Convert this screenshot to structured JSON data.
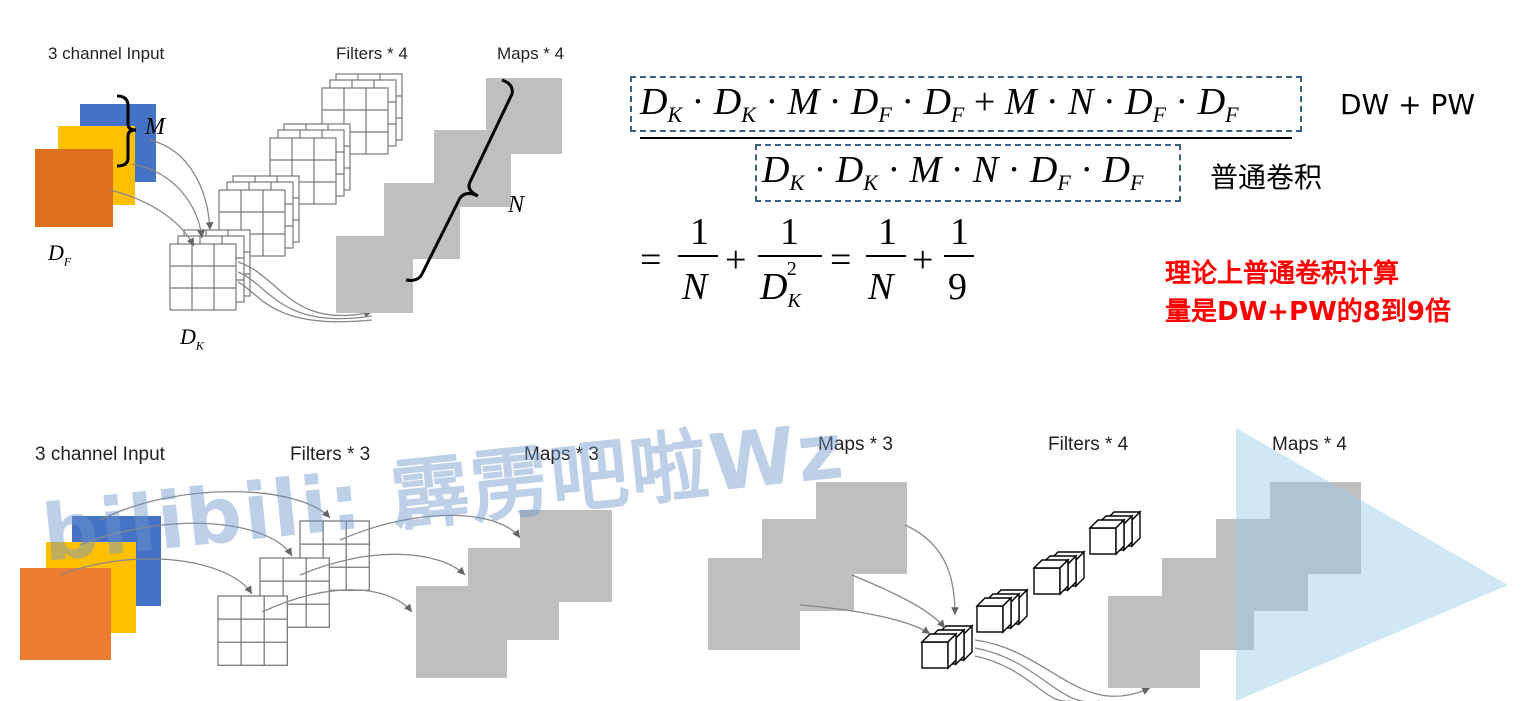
{
  "top": {
    "input_label": "3 channel Input",
    "filters_label": "Filters * 4",
    "maps_label": "Maps * 4",
    "sym_M": "M",
    "sym_N": "N",
    "sym_DF": "D",
    "sym_DF_sub": "F",
    "sym_DK": "D",
    "sym_DK_sub": "K"
  },
  "formula": {
    "dwpw_label": "DW + PW",
    "normal_label": "普通卷积",
    "numerator": "D_K · D_K · M · D_F · D_F + M · N · D_F · D_F",
    "denominator": "D_K · D_K · M · N · D_F · D_F",
    "result": "= 1/N + 1/D_K^2 = 1/N + 1/9",
    "note_line1": "理论上普通卷积计算",
    "note_line2": "量是DW+PW的8到9倍"
  },
  "bottom": {
    "input_label": "3 channel Input",
    "filters_label": "Filters * 3",
    "maps_label": "Maps * 3",
    "maps2_label": "Maps * 3",
    "filters2_label": "Filters * 4",
    "maps3_label": "Maps * 4"
  },
  "watermark": "bilibili: 霹雳吧啦Wz",
  "colors": {
    "blue": "#4472c4",
    "yellow": "#ffc000",
    "orange": "#ed7d31",
    "gray": "#bfbfbf",
    "dash": "#3d5f86",
    "red": "#ff0000"
  }
}
